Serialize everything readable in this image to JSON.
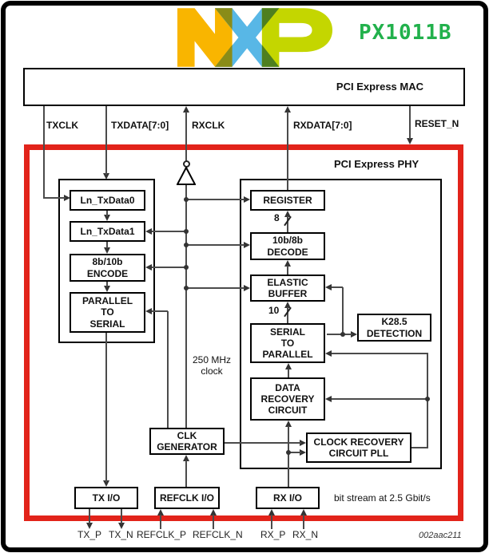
{
  "title_product": "PX1011B",
  "logo": {
    "name": "NXP"
  },
  "mac_label": "PCI Express MAC",
  "phy_label": "PCI Express PHY",
  "signals": {
    "txclk": "TXCLK",
    "txdata": "TXDATA[7:0]",
    "rxclk": "RXCLK",
    "rxdata": "RXDATA[7:0]",
    "reset": "RESET_N"
  },
  "blocks": {
    "ln_txdata0": "Ln_TxData0",
    "ln_txdata1": "Ln_TxData1",
    "encode": "8b/10b\nENCODE",
    "parallel_to_serial": "PARALLEL\nTO\nSERIAL",
    "register": "REGISTER",
    "decode": "10b/8b\nDECODE",
    "elastic_buffer": "ELASTIC\nBUFFER",
    "serial_to_parallel": "SERIAL\nTO\nPARALLEL",
    "k285_detection": "K28.5\nDETECTION",
    "data_recovery": "DATA\nRECOVERY\nCIRCUIT",
    "clock_recovery_pll": "CLOCK RECOVERY\nCIRCUIT PLL",
    "clk_generator": "CLK\nGENERATOR",
    "tx_io": "TX I/O",
    "refclk_io": "REFCLK I/O",
    "rx_io": "RX I/O"
  },
  "bus_widths": {
    "decode_to_register": "8",
    "s2p_to_elastic": "10"
  },
  "annotations": {
    "clock_250mhz": "250 MHz\nclock",
    "bitstream": "bit stream at 2.5 Gbit/s",
    "figure_id": "002aac211"
  },
  "pins": {
    "tx_p": "TX_P",
    "tx_n": "TX_N",
    "refclk_p": "REFCLK_P",
    "refclk_n": "REFCLK_N",
    "rx_p": "RX_P",
    "rx_n": "RX_N"
  },
  "colors": {
    "phy_frame_red": "#e2231a",
    "product_green": "#22b14c",
    "logo_orange": "#f9b500",
    "logo_olive": "#8a8c18",
    "logo_blue": "#58b7e6",
    "logo_dark_green": "#4e7f1f",
    "logo_lime": "#c4d600",
    "wire_gray": "#4b4b4b"
  }
}
